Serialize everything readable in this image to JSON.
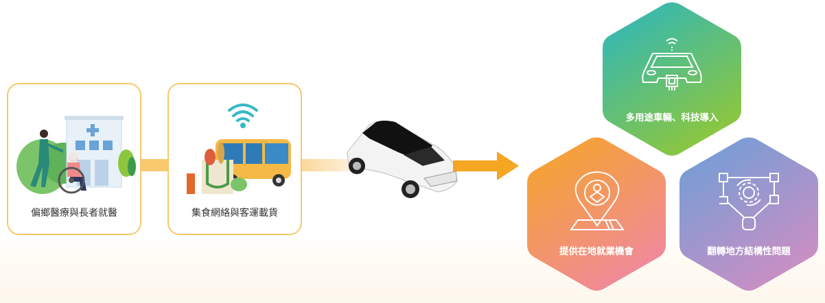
{
  "left_boxes": [
    {
      "label": "偏鄉醫療與長者就醫",
      "illustration": "hospital-wheelchair-illustration"
    },
    {
      "label": "集食網絡與客運載貨",
      "illustration": "bus-groceries-wifi-illustration"
    }
  ],
  "center": {
    "illustration": "white-suv-black-roof",
    "arrow": "arrow-right-icon"
  },
  "hexagons": [
    {
      "label": "多用途車輛、科技導入",
      "icon": "connected-car-chip-icon",
      "gradient": [
        "#29b6c2",
        "#8cc63f"
      ]
    },
    {
      "label": "提供在地就業機會",
      "icon": "location-pin-person-icon",
      "gradient": [
        "#f5a623",
        "#f08a9a"
      ]
    },
    {
      "label": "翻轉地方結構性問題",
      "icon": "network-gear-icon",
      "gradient": [
        "#6a9fd8",
        "#c98fc4"
      ]
    }
  ],
  "colors": {
    "box_border": "#f6c86a",
    "arrow": "#f5a623",
    "connector": "#f9c96e"
  }
}
